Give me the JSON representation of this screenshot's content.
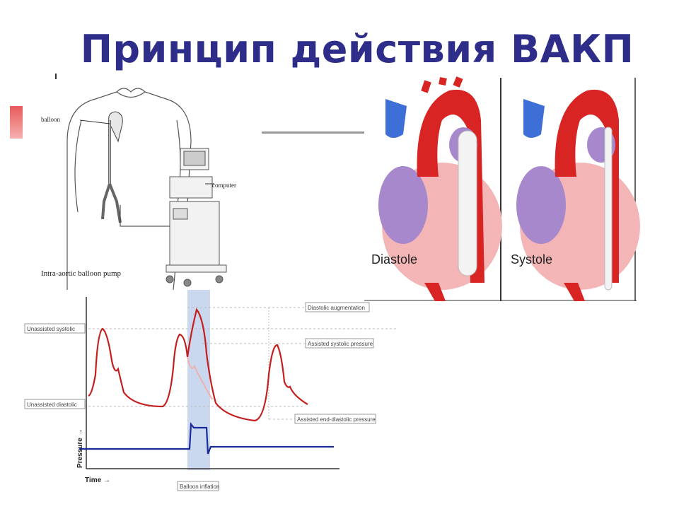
{
  "slide": {
    "title": "Принцип действия ВАКП"
  },
  "pump_illustration": {
    "balloon_label": "balloon",
    "computer_label": "computer",
    "caption": "Intra-aortic balloon pump"
  },
  "heart_panels": {
    "diastole_label": "Diastole",
    "systole_label": "Systole"
  },
  "colors": {
    "title": "#2e2e8a",
    "pressure": "#c41e1e",
    "balloon_signal": "#1a2a9a",
    "inflation_band": "#c9d8ee"
  },
  "chart_data": {
    "type": "line",
    "xlabel": "Time →",
    "ylabel": "Pressure →",
    "series": [
      {
        "name": "",
        "values": []
      },
      {
        "name": "",
        "values": []
      }
    ],
    "annotations": [
      "Unassisted systolic",
      "Unassisted diastolic",
      "Diastolic augmentation",
      "Assisted systolic pressure",
      "Assisted end-diastolic pressure",
      "Balloon inflation"
    ],
    "grid": false,
    "legend": "none"
  }
}
